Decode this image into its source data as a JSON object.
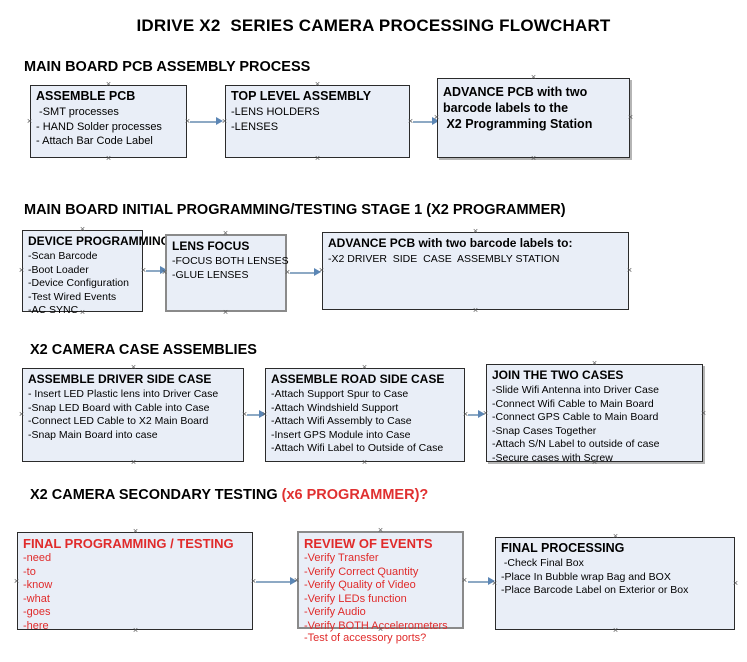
{
  "document": {
    "title": "IDRIVE X2  SERIES CAMERA PROCESSING FLOWCHART"
  },
  "theme": {
    "box_fill": "#e9eef7",
    "box_border": "#2b2b2b",
    "box_border_grey": "#8a8a8a",
    "connector": "#8da9c4",
    "arrow": "#5b86b5",
    "text": "#000000",
    "accent_red": "#e02b2b"
  },
  "sections": [
    {
      "heading": "MAIN BOARD PCB ASSEMBLY PROCESS",
      "heading_accent": "",
      "boxes": [
        {
          "title": "ASSEMBLE PCB",
          "lines": [
            " -SMT processes",
            "- HAND Solder processes",
            "- Attach Bar Code Label"
          ]
        },
        {
          "title": "TOP LEVEL ASSEMBLY",
          "lines": [
            "-LENS HOLDERS",
            "-LENSES"
          ]
        },
        {
          "title": "ADVANCE PCB with two",
          "lines": [
            "barcode labels to the",
            " X2 Programming Station"
          ]
        }
      ]
    },
    {
      "heading": "MAIN BOARD INITIAL PROGRAMMING/TESTING STAGE 1 (X2 PROGRAMMER)",
      "heading_accent": "",
      "boxes": [
        {
          "title": "DEVICE PROGRAMMING",
          "lines": [
            "-Scan Barcode",
            "-Boot Loader",
            "-Device Configuration",
            "-Test Wired Events",
            "-AC SYNC"
          ]
        },
        {
          "title": "LENS FOCUS",
          "lines": [
            "-FOCUS BOTH LENSES",
            "-GLUE LENSES"
          ]
        },
        {
          "title": "ADVANCE PCB with two barcode labels to:",
          "lines": [
            "-X2 DRIVER  SIDE  CASE  ASSEMBLY STATION"
          ]
        }
      ]
    },
    {
      "heading": "X2 CAMERA CASE ASSEMBLIES",
      "heading_accent": "",
      "boxes": [
        {
          "title": "ASSEMBLE DRIVER SIDE CASE",
          "lines": [
            "- Insert LED Plastic lens into Driver Case",
            "-Snap LED Board with Cable into Case",
            "-Connect LED Cable to X2 Main Board",
            "-Snap Main Board into case"
          ]
        },
        {
          "title": "ASSEMBLE ROAD SIDE CASE",
          "lines": [
            "-Attach Support Spur to Case",
            "-Attach Windshield Support",
            "-Attach Wifi Assembly to Case",
            "-Insert GPS Module into Case",
            "-Attach Wifi Label to Outside of Case"
          ]
        },
        {
          "title": "JOIN THE TWO CASES",
          "lines": [
            "-Slide Wifi Antenna into Driver Case",
            "-Connect Wifi Cable to Main Board",
            "-Connect GPS Cable to Main Board",
            "-Snap Cases Together",
            "-Attach S/N Label to outside of case",
            "-Secure cases with Screw"
          ]
        }
      ]
    },
    {
      "heading": "X2 CAMERA SECONDARY TESTING ",
      "heading_accent": "(x6 PROGRAMMER)?",
      "boxes": [
        {
          "title": "FINAL PROGRAMMING / TESTING",
          "lines": [
            "-need",
            "-to",
            "-know",
            "-what",
            "-goes",
            "-here"
          ]
        },
        {
          "title": "REVIEW OF EVENTS",
          "lines": [
            "-Verify Transfer",
            "-Verify Correct Quantity",
            "-Verify Quality of Video",
            "-Verify LEDs function",
            "-Verify Audio",
            "-Verify BOTH Accelerometers"
          ],
          "overflow_line": "-Test of accessory ports?"
        },
        {
          "title": "FINAL PROCESSING",
          "lines": [
            " -Check Final Box",
            "-Place In Bubble wrap Bag and BOX",
            "-Place Barcode Label on Exterior or Box"
          ]
        }
      ]
    }
  ]
}
